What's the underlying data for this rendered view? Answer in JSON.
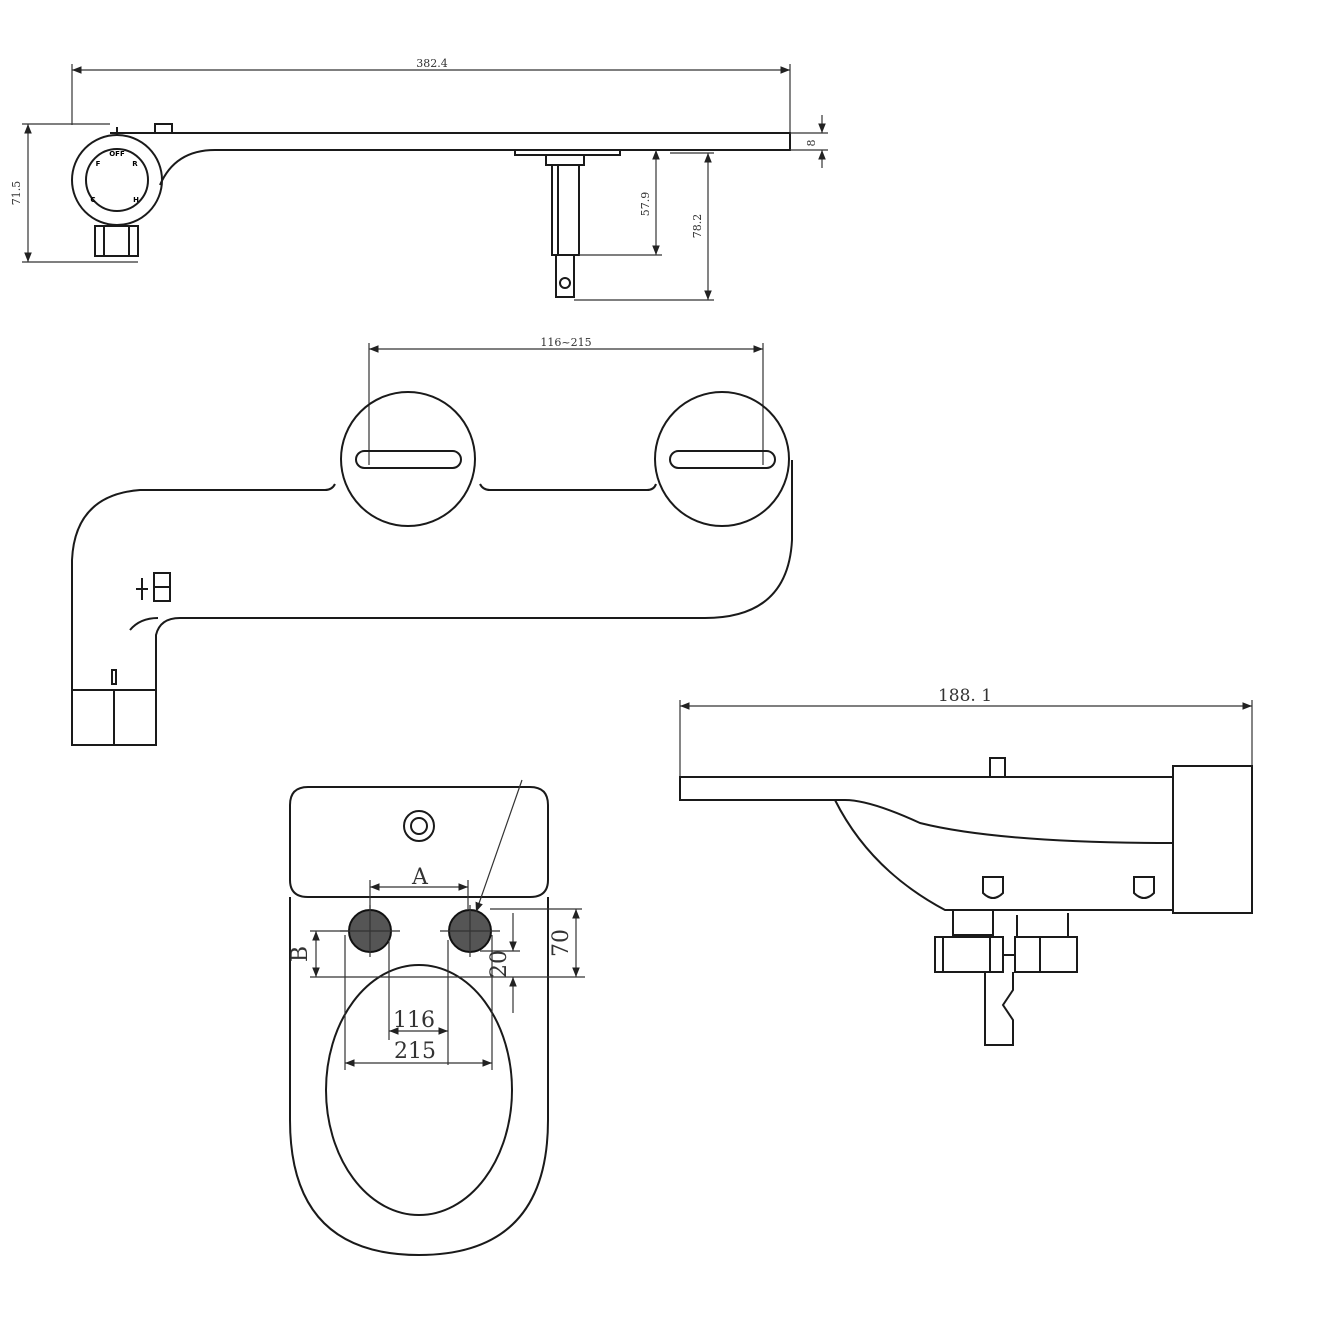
{
  "views": {
    "side_view": {
      "dimensions": {
        "overall_length": "382.4",
        "overall_height": "71.5",
        "plate_thickness": "8",
        "nozzle_drop": "57.9",
        "fitting_drop": "78.2"
      },
      "dial_labels": {
        "off": "OFF",
        "left": "F",
        "right": "R",
        "bottom_left": "C",
        "bottom_right": "H"
      }
    },
    "top_view": {
      "dimensions": {
        "slot_spacing": "116~215"
      }
    },
    "toilet_view": {
      "dimensions": {
        "label_a": "A",
        "label_b": "B",
        "bolt_min": "116",
        "bolt_max": "215",
        "offset_small": "20",
        "offset_large": "70"
      }
    },
    "end_view": {
      "dimensions": {
        "width": "188. 1"
      }
    }
  }
}
